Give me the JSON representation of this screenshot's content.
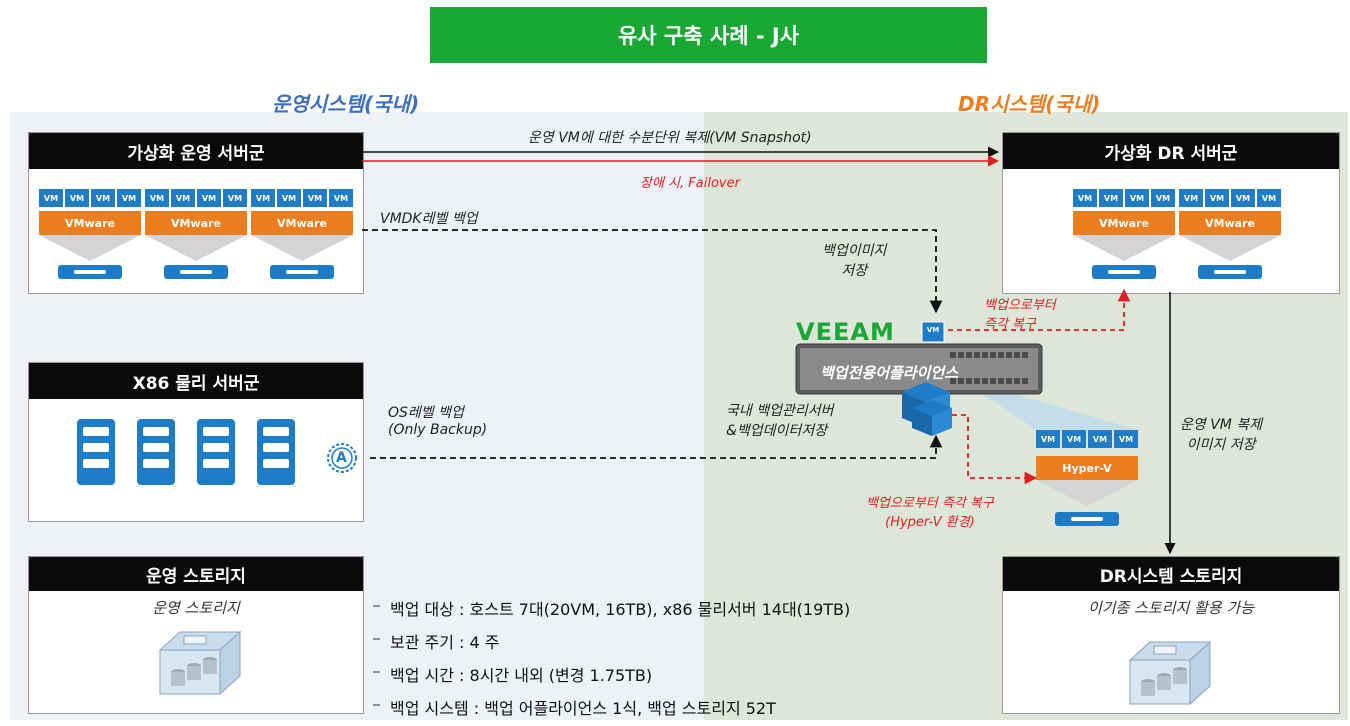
{
  "title": "유사 구축 사례 - J사",
  "sections": {
    "left": "운영시스템(국내)",
    "right": "DR시스템(국내)"
  },
  "colors": {
    "accent_green": "#18a833",
    "left_section": "#3a6fc4",
    "right_section": "#ee7d1f",
    "vm_blue": "#1f7cc7",
    "vmware_orange": "#ee7d1f",
    "alert_red": "#e01f1f"
  },
  "boxes": {
    "virt_prod": {
      "title": "가상화 운영 서버군",
      "hypervisor": "VMware",
      "vm": "VM"
    },
    "virt_dr": {
      "title": "가상화 DR 서버군",
      "hypervisor": "VMware",
      "vm": "VM"
    },
    "x86": {
      "title": "X86 물리 서버군"
    },
    "prod_storage": {
      "title": "운영 스토리지",
      "caption": "운영 스토리지"
    },
    "dr_storage": {
      "title": "DR시스템 스토리지",
      "caption": "이기종 스토리지 활용 가능"
    }
  },
  "appliance": {
    "brand": "VEEAM",
    "name": "백업전용어플라이언스",
    "vm": "VM",
    "caption_lines": [
      "국내 백업관리서버",
      "&백업데이터저장"
    ]
  },
  "hyperv": {
    "label": "Hyper-V",
    "vm": "VM"
  },
  "agent_icon": "A",
  "connectors": {
    "snapshot": "운영 VM에 대한 수분단위 복제(VM Snapshot)",
    "failover": "장애 시, Failover",
    "vmdk": "VMDK레벨 백업",
    "backup_image": [
      "백업이미지",
      "저장"
    ],
    "instant_recovery_dr": [
      "백업으로부터",
      "즉각 복구"
    ],
    "os_backup": [
      "OS레벨 백업",
      "(Only Backup)"
    ],
    "instant_recovery_hv": [
      "백업으로부터 즉각 복구",
      "(Hyper-V 환경)"
    ],
    "replica": [
      "운영 VM 복제",
      "이미지 저장"
    ]
  },
  "summary": [
    "백업 대상 : 호스트 7대(20VM, 16TB), x86 물리서버 14대(19TB)",
    "보관 주기 : 4 주",
    "백업 시간 : 8시간 내외 (변경 1.75TB)",
    "백업 시스템 : 백업 어플라이언스 1식, 백업 스토리지 52T"
  ]
}
